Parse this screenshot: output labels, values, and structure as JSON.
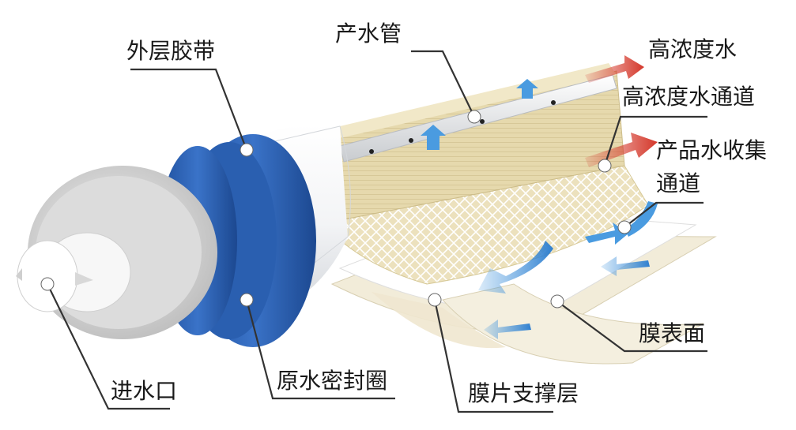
{
  "labels": {
    "outer_tape": "外层胶带",
    "product_tube": "产水管",
    "concentrate": "高浓度水",
    "concentrate_channel": "高浓度水通道",
    "permeate_channel_line1": "产品水收集",
    "permeate_channel_line2": "通道",
    "membrane_surface": "膜表面",
    "membrane_support": "膜片支撑层",
    "brine_seal": "原水密封圈",
    "water_inlet": "进水口"
  },
  "colors": {
    "seal_blue": "#2a5fb0",
    "feed_spacer": "#e8ddb8",
    "membrane": "#f2ecd9",
    "flow_arrow_blue": "#4a9be0",
    "concentrate_arrow_red": "#d4372a",
    "leader_line": "#333333"
  }
}
